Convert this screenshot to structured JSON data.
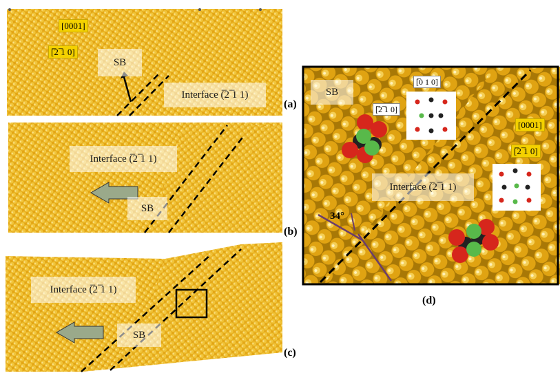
{
  "figure": {
    "panels": [
      {
        "tag": "(a)",
        "interface_label": "Interface (̅2 ̅1 1)",
        "sb_label": "SB"
      },
      {
        "tag": "(b)",
        "interface_label": "Interface (̅2 ̅1 1)",
        "sb_label": "SB"
      },
      {
        "tag": "(c)",
        "interface_label": "Interface (̅2 ̅1 1)",
        "sb_label": "SB"
      },
      {
        "tag": "(d)",
        "interface_label": "Interface (̅2 ̅1 1)",
        "sb_label": "SB"
      }
    ],
    "directions": {
      "c_axis": "[0001]",
      "a_axis": "[̅2 ̅1 0]",
      "prism": "[̅0 1 0]"
    },
    "angle_label": "34°",
    "colors": {
      "atoms": "#e7b01e",
      "atom_dark": "#b07f05",
      "red_atom": "#d6261c",
      "green_atom": "#58b94a",
      "dark_atom": "#222222"
    }
  }
}
